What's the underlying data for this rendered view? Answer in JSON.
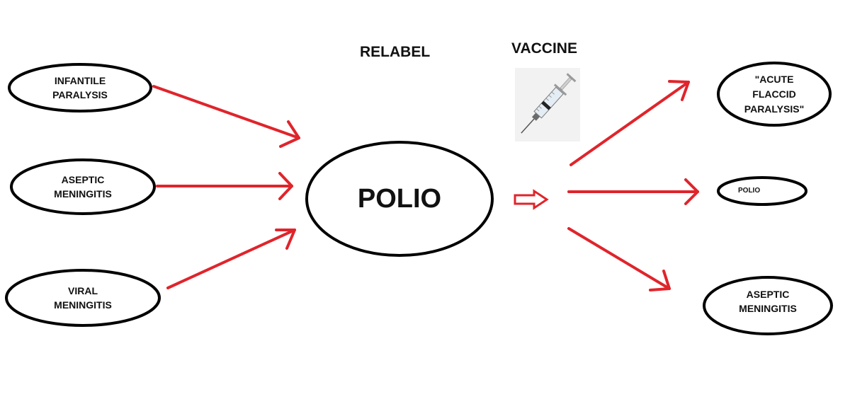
{
  "headers": {
    "relabel": "RELABEL",
    "vaccine": "VACCINE"
  },
  "sources": [
    {
      "line1": "INFANTILE",
      "line2": "PARALYSIS"
    },
    {
      "line1": "ASEPTIC",
      "line2": "MENINGITIS"
    },
    {
      "line1": "VIRAL",
      "line2": "MENINGITIS"
    }
  ],
  "center": {
    "label": "POLIO"
  },
  "outcomes": [
    {
      "line1": "\"ACUTE",
      "line2": "FLACCID",
      "line3": "PARALYSIS\""
    },
    {
      "line1": "POLIO"
    },
    {
      "line1": "ASEPTIC",
      "line2": "MENINGITIS"
    }
  ],
  "icons": {
    "vaccine": "syringe-icon"
  },
  "colors": {
    "arrow": "#e0242b",
    "outline": "#000000",
    "text": "#111111"
  }
}
